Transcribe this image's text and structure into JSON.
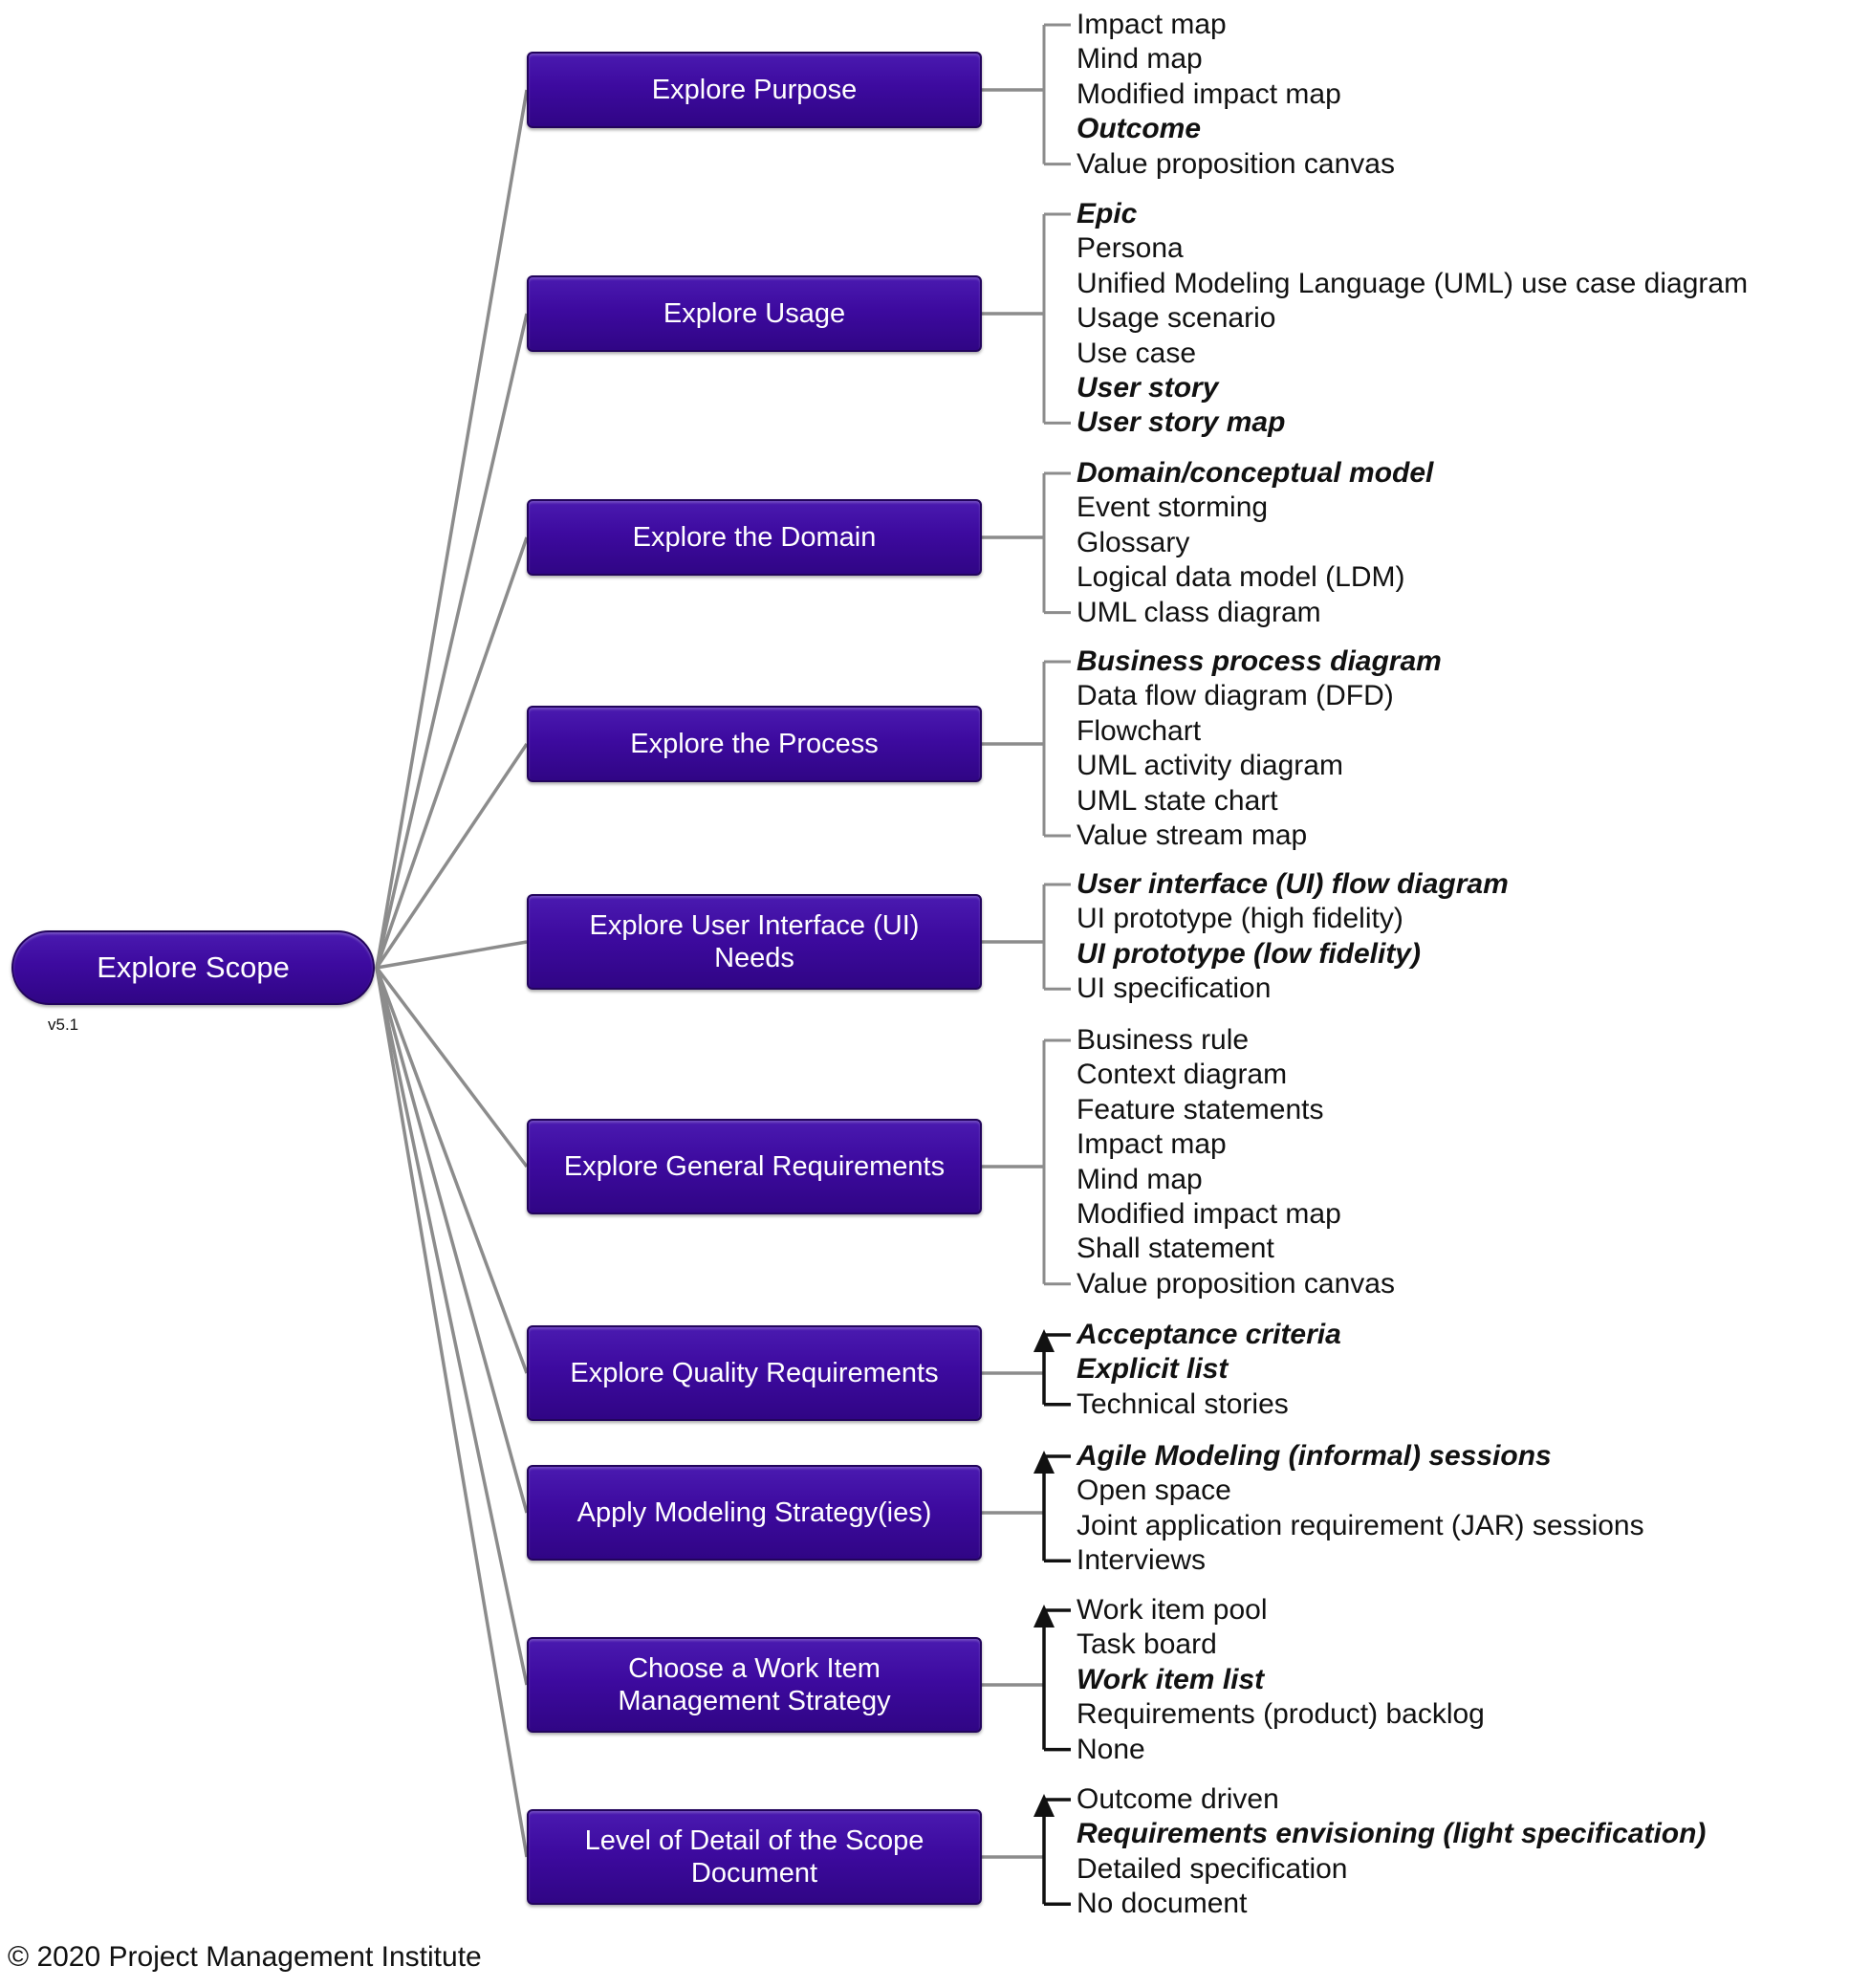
{
  "root": {
    "label": "Explore Scope",
    "version": "v5.1"
  },
  "copyright": "© 2020 Project Management Institute",
  "colors": {
    "node_fill": "#3d0a9f",
    "connector": "#8c8c8c",
    "text": "#111111"
  },
  "categories": [
    {
      "label": "Explore Purpose",
      "ordered": false,
      "options": [
        {
          "text": "Impact map",
          "default": false
        },
        {
          "text": "Mind map",
          "default": false
        },
        {
          "text": "Modified impact map",
          "default": false
        },
        {
          "text": "Outcome",
          "default": true
        },
        {
          "text": "Value proposition canvas",
          "default": false
        }
      ]
    },
    {
      "label": "Explore Usage",
      "ordered": false,
      "options": [
        {
          "text": "Epic",
          "default": true
        },
        {
          "text": "Persona",
          "default": false
        },
        {
          "text": "Unified Modeling Language (UML) use case diagram",
          "default": false
        },
        {
          "text": "Usage scenario",
          "default": false
        },
        {
          "text": "Use case",
          "default": false
        },
        {
          "text": "User story",
          "default": true
        },
        {
          "text": "User story map",
          "default": true
        }
      ]
    },
    {
      "label": "Explore the Domain",
      "ordered": false,
      "options": [
        {
          "text": "Domain/conceptual model",
          "default": true
        },
        {
          "text": "Event storming",
          "default": false
        },
        {
          "text": "Glossary",
          "default": false
        },
        {
          "text": "Logical data model (LDM)",
          "default": false
        },
        {
          "text": "UML class diagram",
          "default": false
        }
      ]
    },
    {
      "label": "Explore the Process",
      "ordered": false,
      "options": [
        {
          "text": "Business process diagram",
          "default": true
        },
        {
          "text": "Data flow diagram (DFD)",
          "default": false
        },
        {
          "text": "Flowchart",
          "default": false
        },
        {
          "text": "UML activity diagram",
          "default": false
        },
        {
          "text": "UML state chart",
          "default": false
        },
        {
          "text": "Value stream map",
          "default": false
        }
      ]
    },
    {
      "label": "Explore User Interface (UI) Needs",
      "ordered": false,
      "options": [
        {
          "text": "User interface (UI) flow diagram",
          "default": true
        },
        {
          "text": "UI prototype (high fidelity)",
          "default": false
        },
        {
          "text": "UI prototype (low fidelity)",
          "default": true
        },
        {
          "text": "UI specification",
          "default": false
        }
      ]
    },
    {
      "label": "Explore General Requirements",
      "ordered": false,
      "options": [
        {
          "text": "Business rule",
          "default": false
        },
        {
          "text": "Context diagram",
          "default": false
        },
        {
          "text": "Feature statements",
          "default": false
        },
        {
          "text": "Impact map",
          "default": false
        },
        {
          "text": "Mind map",
          "default": false
        },
        {
          "text": "Modified impact map",
          "default": false
        },
        {
          "text": "Shall statement",
          "default": false
        },
        {
          "text": "Value proposition canvas",
          "default": false
        }
      ]
    },
    {
      "label": "Explore Quality Requirements",
      "ordered": true,
      "options": [
        {
          "text": "Acceptance criteria",
          "default": true
        },
        {
          "text": "Explicit list",
          "default": true
        },
        {
          "text": "Technical stories",
          "default": false
        }
      ]
    },
    {
      "label": "Apply Modeling Strategy(ies)",
      "ordered": true,
      "options": [
        {
          "text": "Agile Modeling (informal) sessions",
          "default": true
        },
        {
          "text": "Open space",
          "default": false
        },
        {
          "text": "Joint application requirement (JAR) sessions",
          "default": false
        },
        {
          "text": "Interviews",
          "default": false
        }
      ]
    },
    {
      "label": "Choose a Work Item Management Strategy",
      "ordered": true,
      "options": [
        {
          "text": "Work item pool",
          "default": false
        },
        {
          "text": "Task board",
          "default": false
        },
        {
          "text": "Work item list",
          "default": true
        },
        {
          "text": "Requirements (product) backlog",
          "default": false
        },
        {
          "text": "None",
          "default": false
        }
      ]
    },
    {
      "label": "Level of Detail of the Scope Document",
      "ordered": true,
      "options": [
        {
          "text": "Outcome driven",
          "default": false
        },
        {
          "text": "Requirements envisioning (light specification)",
          "default": true
        },
        {
          "text": "Detailed specification",
          "default": false
        },
        {
          "text": "No document",
          "default": false
        }
      ]
    }
  ]
}
